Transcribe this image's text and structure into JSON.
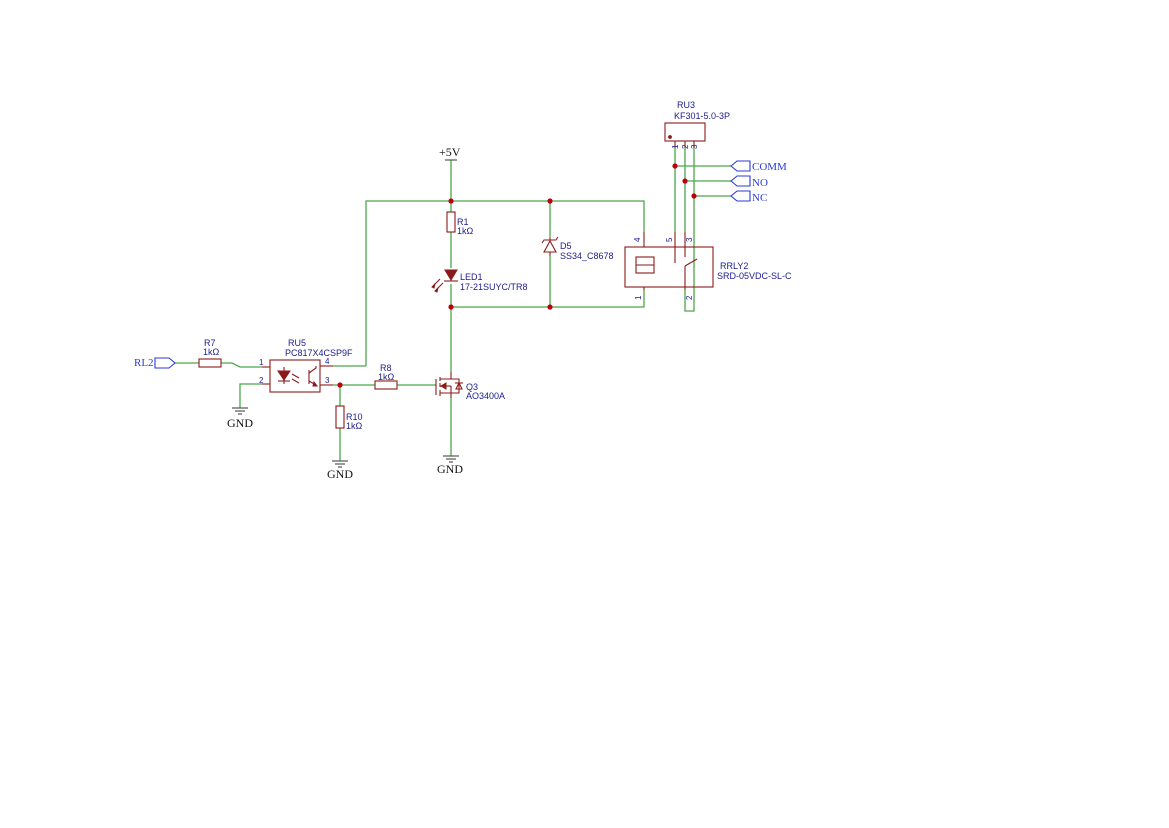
{
  "power": {
    "vcc": "+5V",
    "gnd": "GND"
  },
  "net_ports": {
    "rl2": "RL2",
    "comm": "COMM",
    "no": "NO",
    "nc": "NC"
  },
  "components": {
    "r1": {
      "ref": "R1",
      "value": "1kΩ"
    },
    "r7": {
      "ref": "R7",
      "value": "1kΩ"
    },
    "r8": {
      "ref": "R8",
      "value": "1kΩ"
    },
    "r10": {
      "ref": "R10",
      "value": "1kΩ"
    },
    "led1": {
      "ref": "LED1",
      "value": "17-21SUYC/TR8"
    },
    "d5": {
      "ref": "D5",
      "value": "SS34_C8678"
    },
    "ru5": {
      "ref": "RU5",
      "value": "PC817X4CSP9F"
    },
    "q3": {
      "ref": "Q3",
      "value": "AO3400A"
    },
    "rrly2": {
      "ref": "RRLY2",
      "value": "SRD-05VDC-SL-C"
    },
    "ru3": {
      "ref": "RU3",
      "value": "KF301-5.0-3P"
    }
  },
  "pins": {
    "ru5": [
      "1",
      "2",
      "3",
      "4"
    ],
    "rrly2": [
      "4",
      "5",
      "3",
      "1",
      "2"
    ],
    "ru3": [
      "1",
      "2",
      "3"
    ]
  },
  "colors": {
    "wire": "#4aa84a",
    "component": "#8b1a1a",
    "junction": "#c0000c",
    "label": "#1b1b8f",
    "port": "#2b3bd6"
  }
}
